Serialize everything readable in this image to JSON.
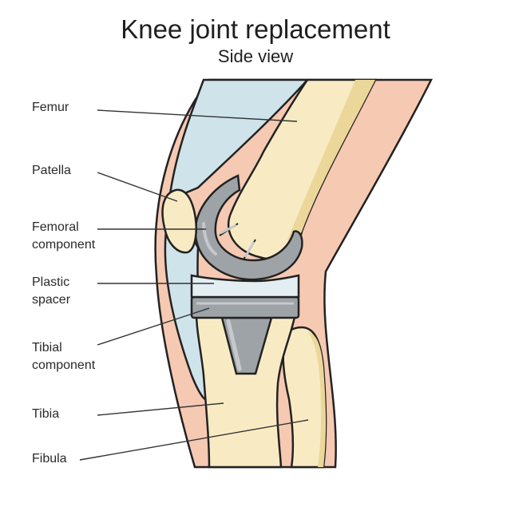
{
  "title": "Knee joint replacement",
  "subtitle": "Side view",
  "labels": {
    "femur": "Femur",
    "patella": "Patella",
    "femoral_component_1": "Femoral",
    "femoral_component_2": "component",
    "plastic_spacer_1": "Plastic",
    "plastic_spacer_2": "spacer",
    "tibial_component_1": "Tibial",
    "tibial_component_2": "component",
    "tibia": "Tibia",
    "fibula": "Fibula"
  },
  "colors": {
    "skin": "#f6c9b2",
    "bone": "#f8ebc4",
    "bone_shade": "#ecd79a",
    "tendon": "#cfe3ea",
    "metal": "#9ea3a7",
    "metal_light": "#c5c9cc",
    "spacer": "#e3eef2",
    "outline": "#222222"
  }
}
